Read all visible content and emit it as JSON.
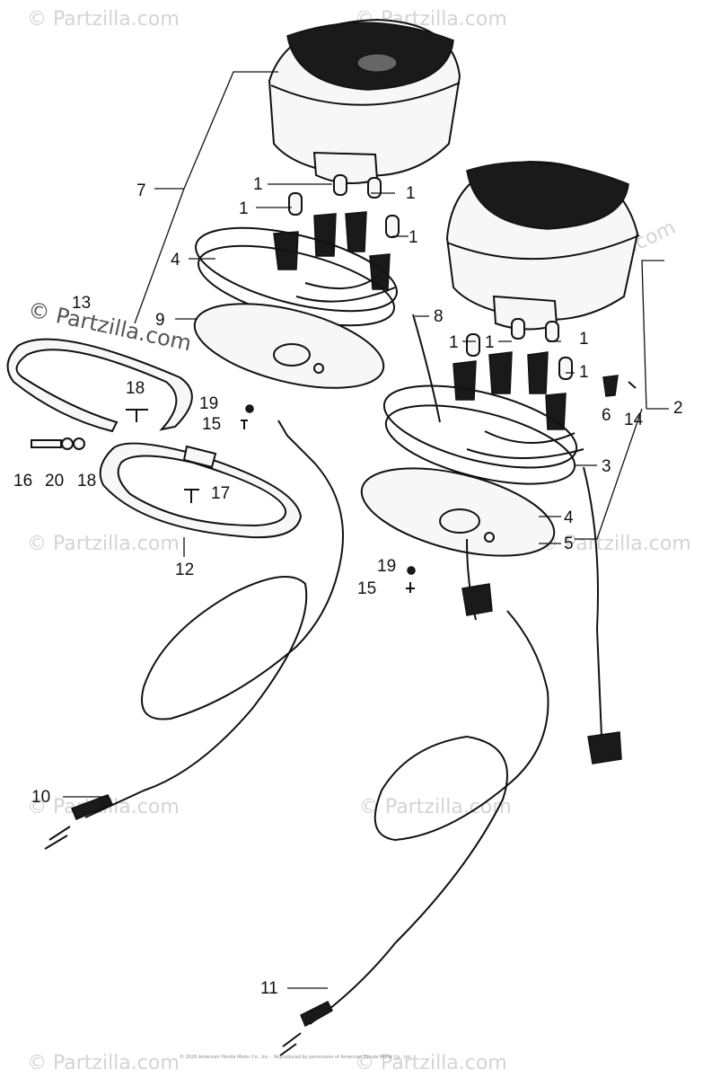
{
  "watermark": {
    "text": "© Partzilla.com",
    "main_text": "© Partzilla.com"
  },
  "callouts": {
    "c1a": "1",
    "c1b": "1",
    "c1c": "1",
    "c1d": "1",
    "c1e": "1",
    "c1f": "1",
    "c1g": "1",
    "c1h": "1",
    "c2": "2",
    "c3": "3",
    "c4a": "4",
    "c4b": "4",
    "c5": "5",
    "c6": "6",
    "c7": "7",
    "c8": "8",
    "c9": "9",
    "c10": "10",
    "c11": "11",
    "c12": "12",
    "c13": "13",
    "c14": "14",
    "c15a": "15",
    "c15b": "15",
    "c16": "16",
    "c17": "17",
    "c18a": "18",
    "c18b": "18",
    "c19a": "19",
    "c19b": "19",
    "c20": "20"
  },
  "footer_fine_print": "© 2020 American Honda Motor Co., Inc. · Reproduced by permission of American Honda Motor Co., Inc."
}
